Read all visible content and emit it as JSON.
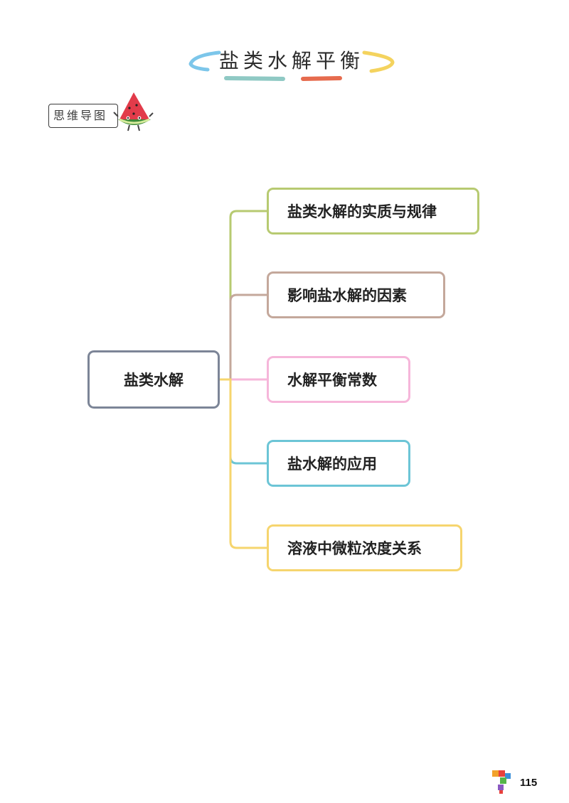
{
  "header": {
    "title": "盐类水解平衡",
    "section_label": "思维导图"
  },
  "mindmap": {
    "root": {
      "label": "盐类水解"
    },
    "branches": [
      {
        "label": "盐类水解的实质与规律",
        "color": "#b7ca71"
      },
      {
        "label": "影响盐水解的因素",
        "color": "#c4a89b"
      },
      {
        "label": "水解平衡常数",
        "color": "#f6b6da"
      },
      {
        "label": "盐水解的应用",
        "color": "#6cc5d6"
      },
      {
        "label": "溶液中微粒浓度关系",
        "color": "#f6d56e"
      }
    ],
    "root_color": "#7c8597"
  },
  "footer": {
    "page_number": "115"
  }
}
